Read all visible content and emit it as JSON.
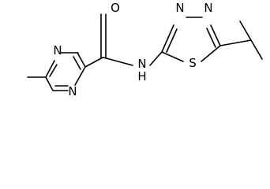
{
  "molecule": {
    "atoms": {
      "O": "O",
      "N_amide": "N",
      "H_amide": "H",
      "N_pyrazine_top": "N",
      "N_pyrazine_bottom": "N",
      "N_thiadiazole_left": "N",
      "N_thiadiazole_right": "N",
      "S_thiadiazole": "S"
    }
  }
}
